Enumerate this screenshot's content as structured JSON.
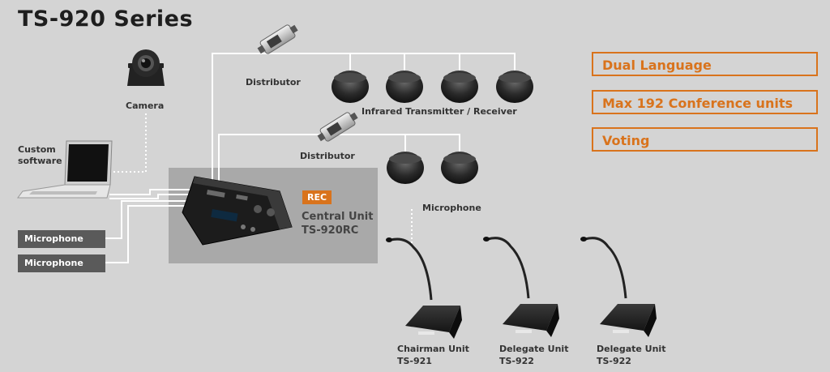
{
  "title": "TS-920 Series",
  "labels": {
    "camera": "Camera",
    "custom_software_line1": "Custom",
    "custom_software_line2": "software",
    "distributor_top": "Distributor",
    "distributor_mid": "Distributor",
    "infrared": "Infrared Transmitter / Receiver",
    "microphone_above": "Microphone",
    "rec": "REC",
    "central_unit_name": "Central Unit",
    "central_unit_model": "TS-920RC"
  },
  "mic_tags": [
    "Microphone",
    "Microphone"
  ],
  "features": [
    "Dual Language",
    "Max 192  Conference units",
    "Voting"
  ],
  "conference_units": [
    {
      "name": "Chairman Unit",
      "model": "TS-921"
    },
    {
      "name": "Delegate Unit",
      "model": "TS-922"
    },
    {
      "name": "Delegate Unit",
      "model": "TS-922"
    }
  ],
  "colors": {
    "accent": "#d9731c",
    "background": "#d4d4d4",
    "panel": "#a9a9a9",
    "tag": "#5a5a5a"
  },
  "icons": [
    "camera-icon",
    "laptop-icon",
    "distributor-icon",
    "infrared-dome-icon",
    "central-unit-icon",
    "gooseneck-mic-icon"
  ]
}
